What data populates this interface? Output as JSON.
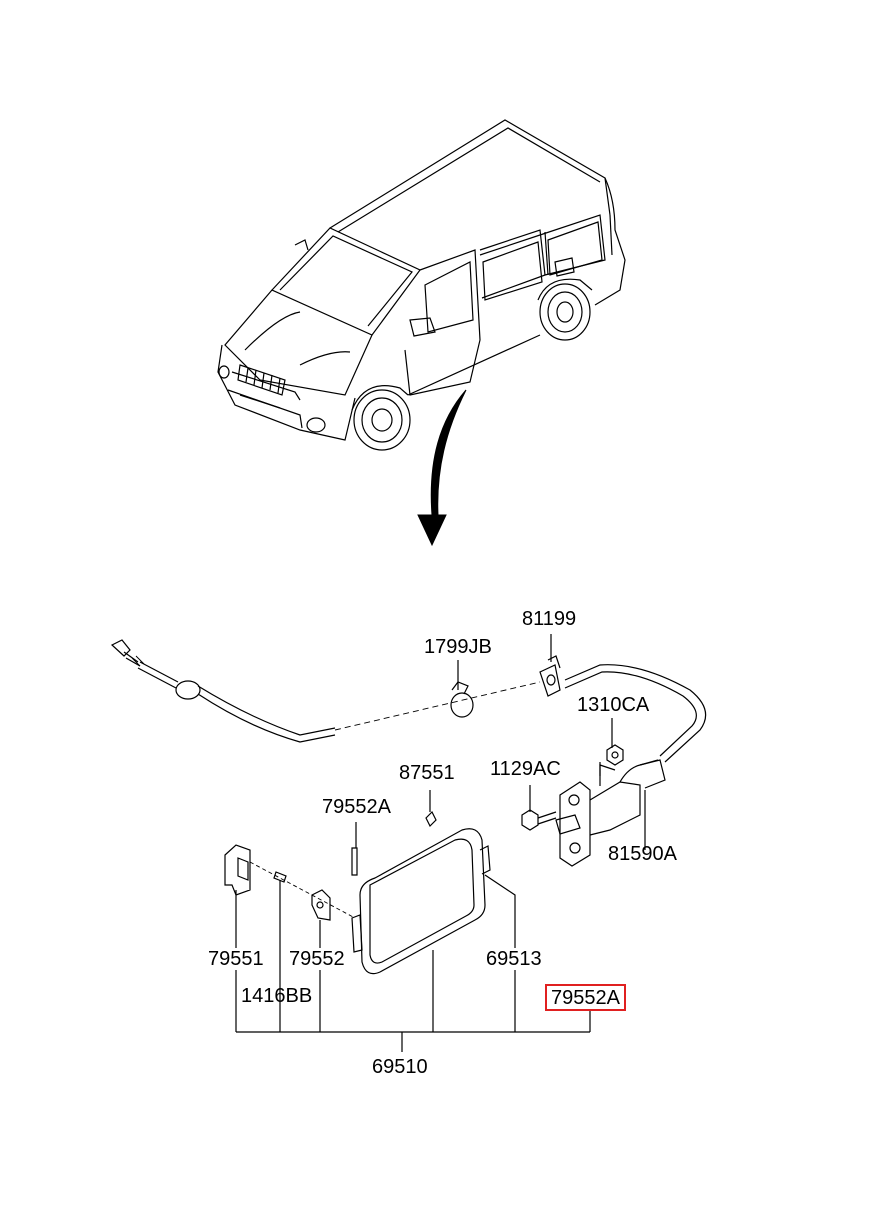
{
  "diagram": {
    "parts": [
      {
        "id": "p81199",
        "number": "81199"
      },
      {
        "id": "p1799JB",
        "number": "1799JB"
      },
      {
        "id": "p1310CA",
        "number": "1310CA"
      },
      {
        "id": "p87551",
        "number": "87551"
      },
      {
        "id": "p1129AC",
        "number": "1129AC"
      },
      {
        "id": "p79552A_top",
        "number": "79552A"
      },
      {
        "id": "p81590A",
        "number": "81590A"
      },
      {
        "id": "p79551",
        "number": "79551"
      },
      {
        "id": "p79552",
        "number": "79552"
      },
      {
        "id": "p69513",
        "number": "69513"
      },
      {
        "id": "p1416BB",
        "number": "1416BB"
      },
      {
        "id": "p79552A_hl",
        "number": "79552A",
        "highlighted": true,
        "highlight_color": "#e02020"
      },
      {
        "id": "p69510",
        "number": "69510"
      }
    ],
    "icons": [
      "van-illustration",
      "down-arrow-icon",
      "release-cable",
      "fuel-door-lid",
      "latch-actuator"
    ]
  }
}
